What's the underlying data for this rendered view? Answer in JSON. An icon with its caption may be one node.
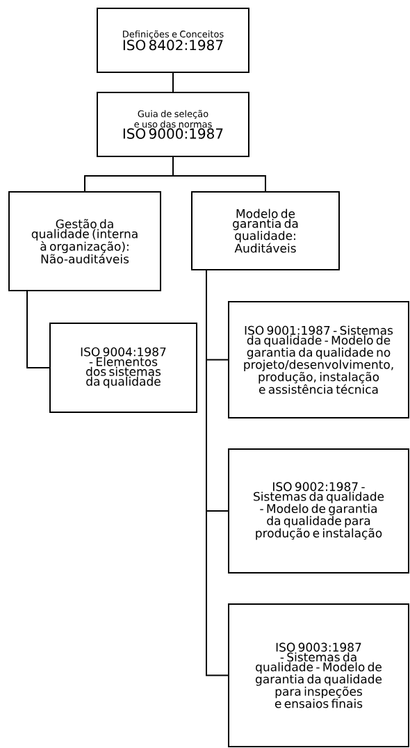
{
  "diagram": {
    "nodes": [
      {
        "text": [
          "Definições e Conceitos",
          "ISO 8402:1987"
        ]
      },
      {
        "text": [
          "Guia de seleção e uso das normas",
          "ISO 9000:1987"
        ]
      },
      {
        "text": [
          "Gestão da qualidade (interna à organização): Não-auditáveis"
        ]
      },
      {
        "text": [
          "Modelo de garantia da qualidade: Auditáveis"
        ]
      },
      {
        "text": [
          "ISO 9004:1987 - Elementos dos sistemas da qualidade"
        ]
      },
      {
        "text": [
          "ISO 9001:1987 - Sistemas da qualidade - Modelo de garantia da qualidade no projeto/desenvolvimento, produção, instalação e assistência técnica"
        ]
      },
      {
        "text": [
          "ISO 9002:1987 - Sistemas da qualidade - Modelo de garantia da qualidade para produção e instalação"
        ]
      },
      {
        "text": [
          "ISO 9003:1987 - Sistemas da qualidade - Modelo de garantia da qualidade para inspeções e ensaios finais"
        ]
      }
    ],
    "edges": [
      {
        "from": 0,
        "to": 1,
        "arrow": "none"
      },
      {
        "from": 1,
        "to": 2,
        "arrow": "none"
      },
      {
        "from": 1,
        "to": 3,
        "arrow": "none"
      },
      {
        "from": 2,
        "to": 4,
        "arrow": "none"
      },
      {
        "from": 3,
        "to": 5,
        "arrow": "none"
      },
      {
        "from": 3,
        "to": 6,
        "arrow": "none"
      },
      {
        "from": 3,
        "to": 7,
        "arrow": "none"
      }
    ]
  }
}
